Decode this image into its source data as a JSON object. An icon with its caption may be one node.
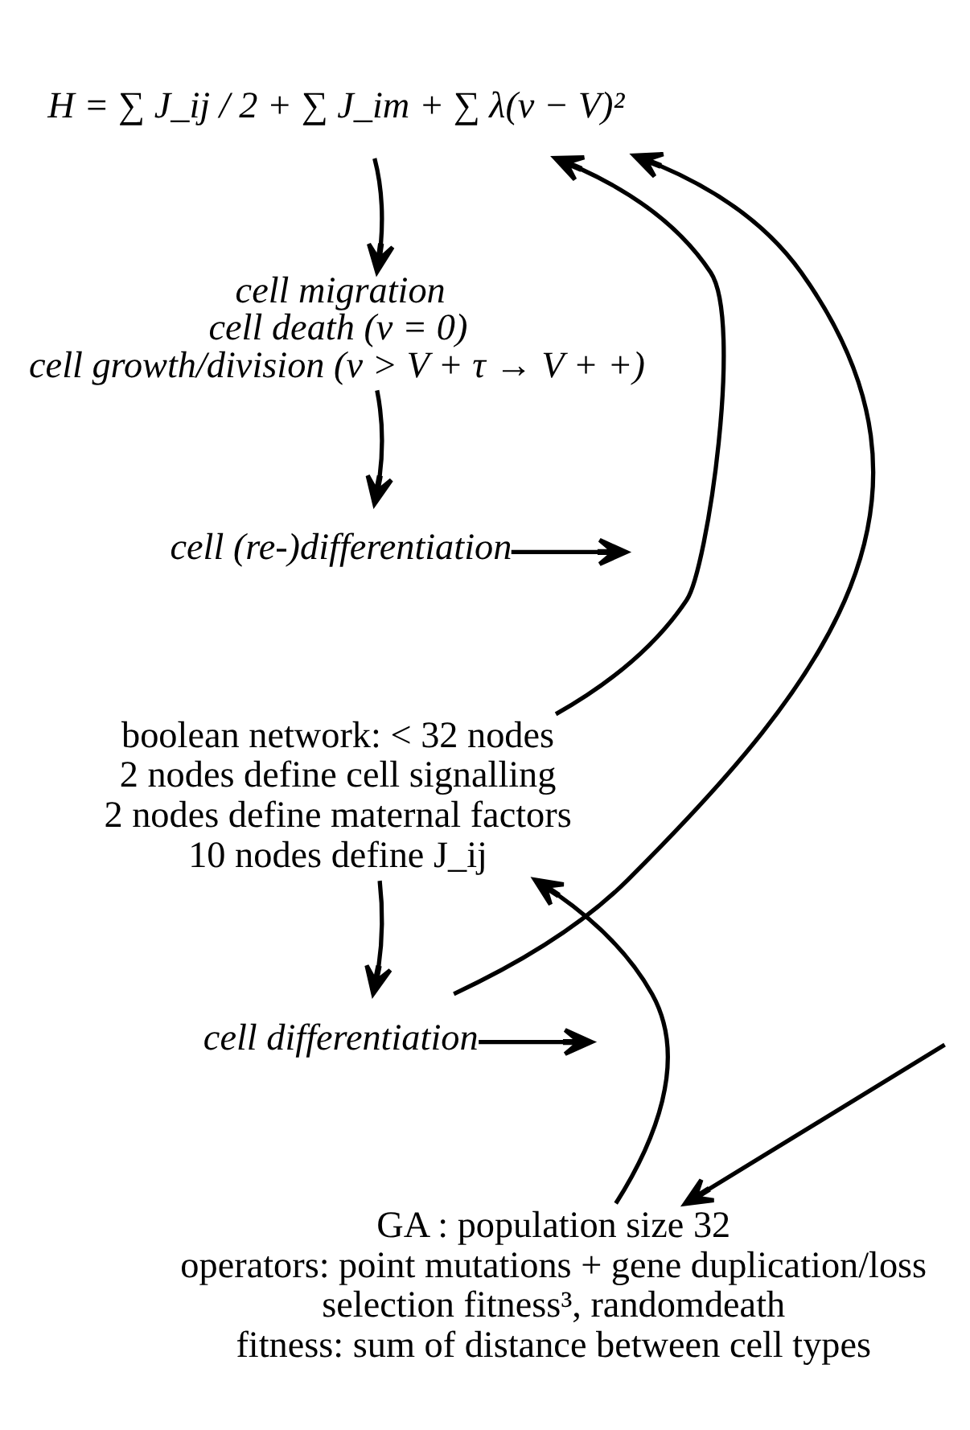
{
  "diagram": {
    "nodes": [
      {
        "text": [
          "H = ∑ J_ij / 2 + ∑ J_im + ∑ λ(v − V)²"
        ]
      },
      {
        "text": [
          "cell migration",
          "cell death (v = 0)",
          "cell growth/division (v > V + τ → V + +)"
        ]
      },
      {
        "text": [
          "cell (re-)differentiation"
        ]
      },
      {
        "text": [
          "boolean network: < 32 nodes",
          "2 nodes define cell signalling",
          "2 nodes define maternal factors",
          "10 nodes define J_ij"
        ]
      },
      {
        "text": [
          "cell differentiation"
        ]
      },
      {
        "text": [
          "GA : population size 32",
          "operators: point mutations + gene duplication/loss",
          "selection fitness³, randomdeath",
          "fitness: sum of distance between cell types"
        ]
      }
    ],
    "edges": [
      {
        "from": 0,
        "to": 1,
        "arrow": "to"
      },
      {
        "from": 1,
        "to": 2,
        "arrow": "to"
      },
      {
        "from": 2,
        "to": null,
        "arrow": "to"
      },
      {
        "from": 3,
        "to": 0,
        "arrow": "to"
      },
      {
        "from": 3,
        "to": 4,
        "arrow": "to"
      },
      {
        "from": 4,
        "to": 0,
        "arrow": "to"
      },
      {
        "from": 4,
        "to": null,
        "arrow": "to"
      },
      {
        "from": 5,
        "to": 3,
        "arrow": "to"
      },
      {
        "from": null,
        "to": 5,
        "arrow": "to"
      }
    ]
  }
}
